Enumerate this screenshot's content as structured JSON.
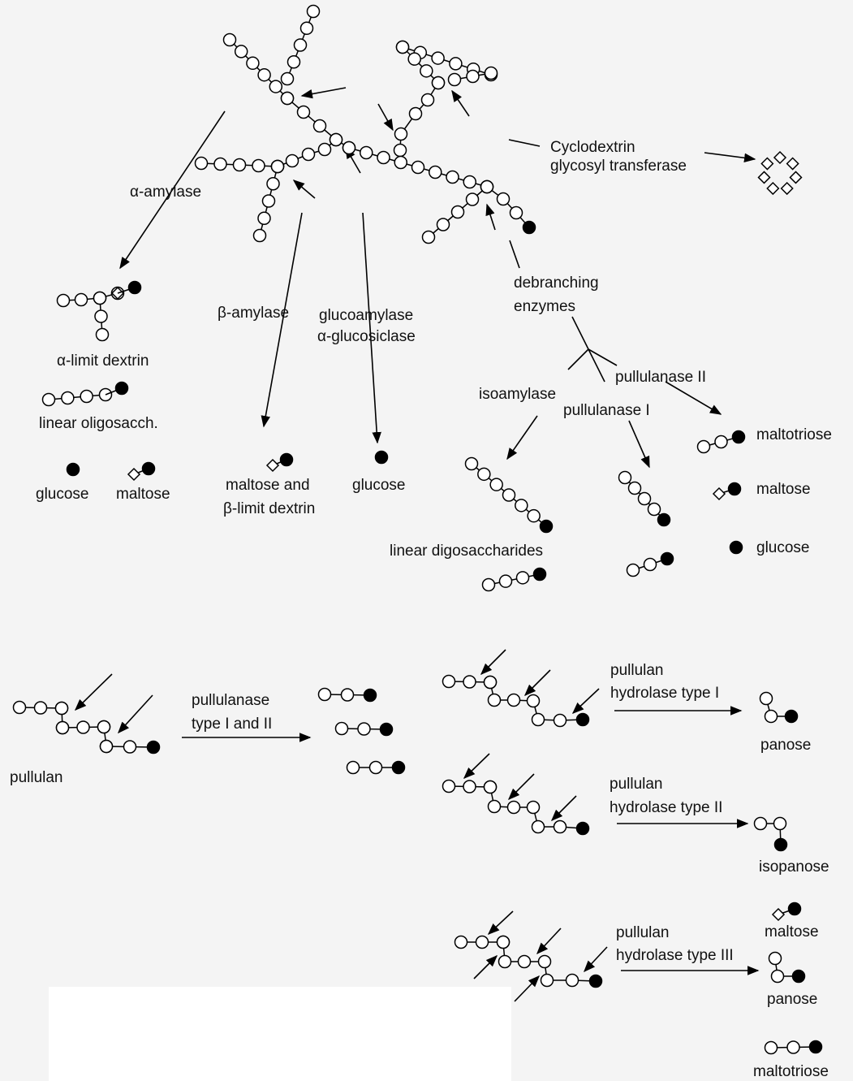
{
  "labels": {
    "alpha_amylase": "α-amylase",
    "cgt": [
      "Cyclodextrin",
      "glycosyl transferase"
    ],
    "beta_amylase": "β-amylase",
    "glucoamylase": [
      "glucoamylase",
      "α-glucosiclase"
    ],
    "debranching": [
      "debranching",
      "enzymes"
    ],
    "alpha_limit_dextrin": "α-limit dextrin",
    "linear_oligo": "linear oligosacch.",
    "glucose_a": "glucose",
    "maltose_a": "maltose",
    "maltose_beta": [
      "maltose and",
      "β-limit dextrin"
    ],
    "glucose_g": "glucose",
    "pullulanase_ii": "pullulanase II",
    "isoamylase": "isoamylase",
    "pullulanase_i": "pullulanase I",
    "maltotriose_r": "maltotriose",
    "maltose_r": "maltose",
    "glucose_r": "glucose",
    "linear_digo": "linear digosaccharides",
    "pullulan": "pullulan",
    "pullulanase_type": [
      "pullulanase",
      "type I and II"
    ],
    "ph1": [
      "pullulan",
      "hydrolase type I"
    ],
    "panose1": "panose",
    "ph2": [
      "pullulan",
      "hydrolase type II"
    ],
    "isopanose": "isopanose",
    "ph3": [
      "pullulan",
      "hydrolase type III"
    ],
    "maltose_b": "maltose",
    "panose2": "panose",
    "maltotriose_b": "maltotriose"
  }
}
